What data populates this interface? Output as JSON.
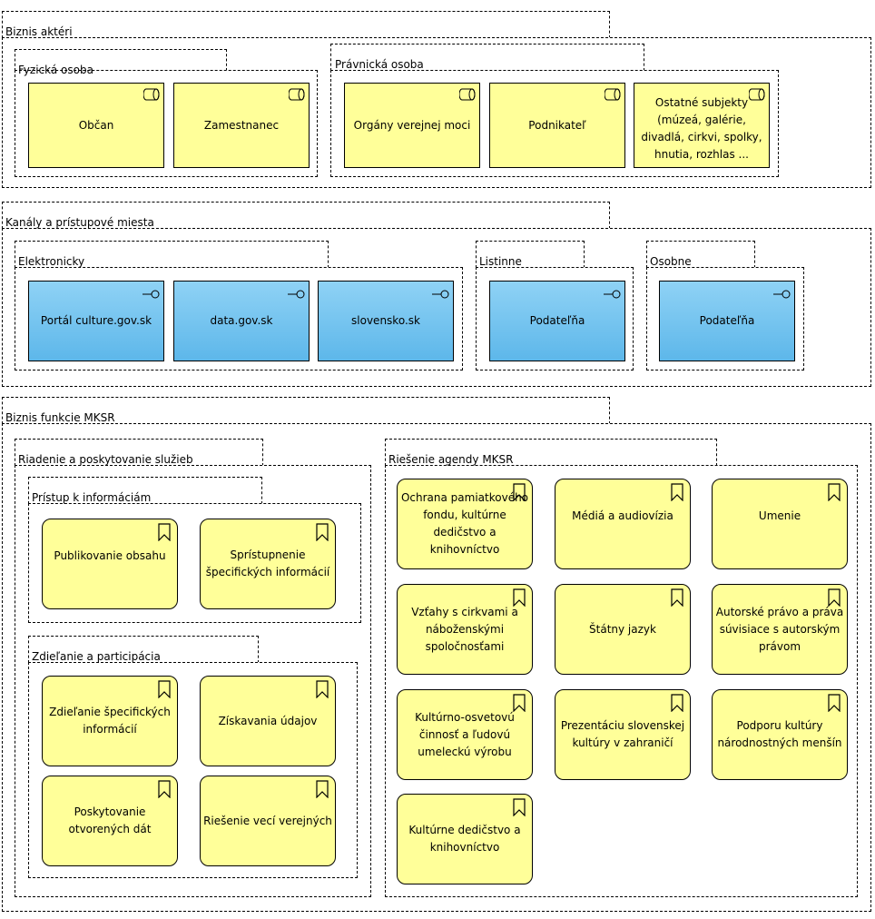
{
  "groups": {
    "biznis_akteri": "Biznis aktéri",
    "fyzicka_osoba": "Fyzická osoba",
    "pravnicka_osoba": "Právnická osoba",
    "kanaly": "Kanály a prístupové miesta",
    "elektronicky": "Elektronicky",
    "listinne": "Listinne",
    "osobne": "Osobne",
    "biznis_funkcie": "Biznis funkcie MKSR",
    "riadenie": "Riadenie a poskytovanie služieb",
    "pristup": "Prístup k informáciám",
    "zdielanie": "Zdieľanie a participácia",
    "riesenie_agendy": "Riešenie agendy MKSR"
  },
  "actors": {
    "obcan": "Občan",
    "zamestnanec": "Zamestnanec",
    "organy": "Orgány verejnej moci",
    "podnikatel": "Podnikateľ",
    "ostatne": "Ostatné subjekty (múzeá, galérie, divadlá, cirkvi, spolky, hnutia, rozhlas ..."
  },
  "interfaces": {
    "portal": "Portál culture.gov.sk",
    "data": "data.gov.sk",
    "slovensko": "slovensko.sk",
    "podatelna_listinne": "Podateľňa",
    "podatelna_osobne": "Podateľňa"
  },
  "functions": {
    "publikovanie": "Publikovanie obsahu",
    "spristupnenie": "Sprístupnenie špecifických informácií",
    "zdielanie_spec": "Zdieľanie špecifických informácií",
    "ziskavania": "Získavania údajov",
    "poskytovanie": "Poskytovanie otvorených dát",
    "riesenie_veci": "Riešenie vecí verejných",
    "ochrana": "Ochrana pamiatkového fondu, kultúrne dedičstvo a knihovníctvo",
    "media": "Médiá a audiovízia",
    "umenie": "Umenie",
    "vztahy": "Vzťahy s cirkvami a náboženskými spoločnosťami",
    "statny_jazyk": "Štátny jazyk",
    "autorske": "Autorské právo a práva súvisiace s autorským právom",
    "kulturno": "Kultúrno-osvetovú činnosť a ľudovú umeleckú výrobu",
    "prezentaciu": "Prezentáciu slovenskej kultúry v zahraničí",
    "podporu": "Podporu kultúry národnostných menšín",
    "kulturne_dedicstvo": "Kultúrne dedičstvo a knihovníctvo"
  },
  "colors": {
    "actor_fill": "#ffff99",
    "interface_fill": "#74c6ef",
    "function_fill": "#ffff99"
  }
}
